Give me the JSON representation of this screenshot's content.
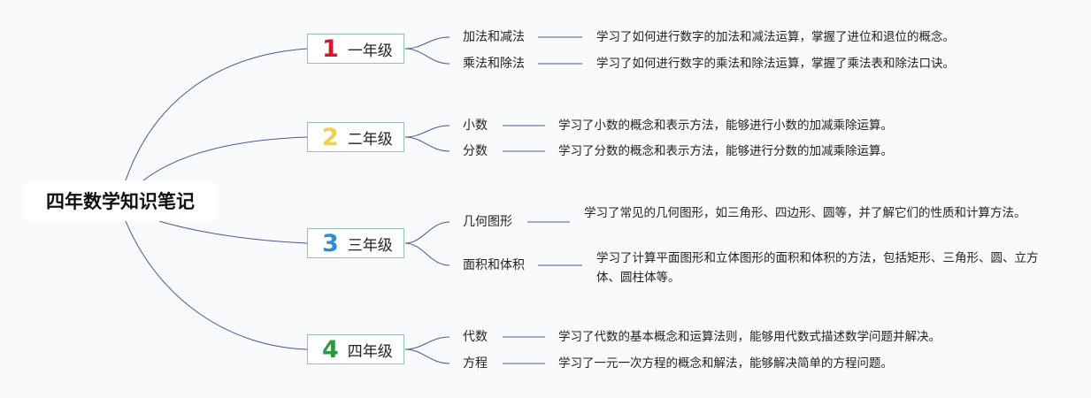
{
  "root": {
    "title": "四年数学知识笔记"
  },
  "colors": {
    "line": "#4b5694",
    "box_border": "#8fc4aa"
  },
  "grades": [
    {
      "number": "1",
      "label": "一年级",
      "number_color": "#d0182f",
      "topics": [
        {
          "label": "加法和减法",
          "description": "学习了如何进行数字的加法和减法运算，掌握了进位和退位的概念。"
        },
        {
          "label": "乘法和除法",
          "description": "学习了如何进行数字的乘法和除法运算，掌握了乘法表和除法口诀。"
        }
      ]
    },
    {
      "number": "2",
      "label": "二年级",
      "number_color": "#f1d148",
      "topics": [
        {
          "label": "小数",
          "description": "学习了小数的概念和表示方法，能够进行小数的加减乘除运算。"
        },
        {
          "label": "分数",
          "description": "学习了分数的概念和表示方法，能够进行分数的加减乘除运算。"
        }
      ]
    },
    {
      "number": "3",
      "label": "三年级",
      "number_color": "#2b8fd0",
      "topics": [
        {
          "label": "几何图形",
          "description": "学习了常见的几何图形，如三角形、四边形、圆等，并了解它们的性质和计算方法。"
        },
        {
          "label": "面积和体积",
          "description": "学习了计算平面图形和立体图形的面积和体积的方法，包括矩形、三角形、圆、立方体、圆柱体等。"
        }
      ]
    },
    {
      "number": "4",
      "label": "四年级",
      "number_color": "#2a9a3f",
      "topics": [
        {
          "label": "代数",
          "description": "学习了代数的基本概念和运算法则，能够用代数式描述数学问题并解决。"
        },
        {
          "label": "方程",
          "description": "学习了一元一次方程的概念和解法，能够解决简单的方程问题。"
        }
      ]
    }
  ]
}
